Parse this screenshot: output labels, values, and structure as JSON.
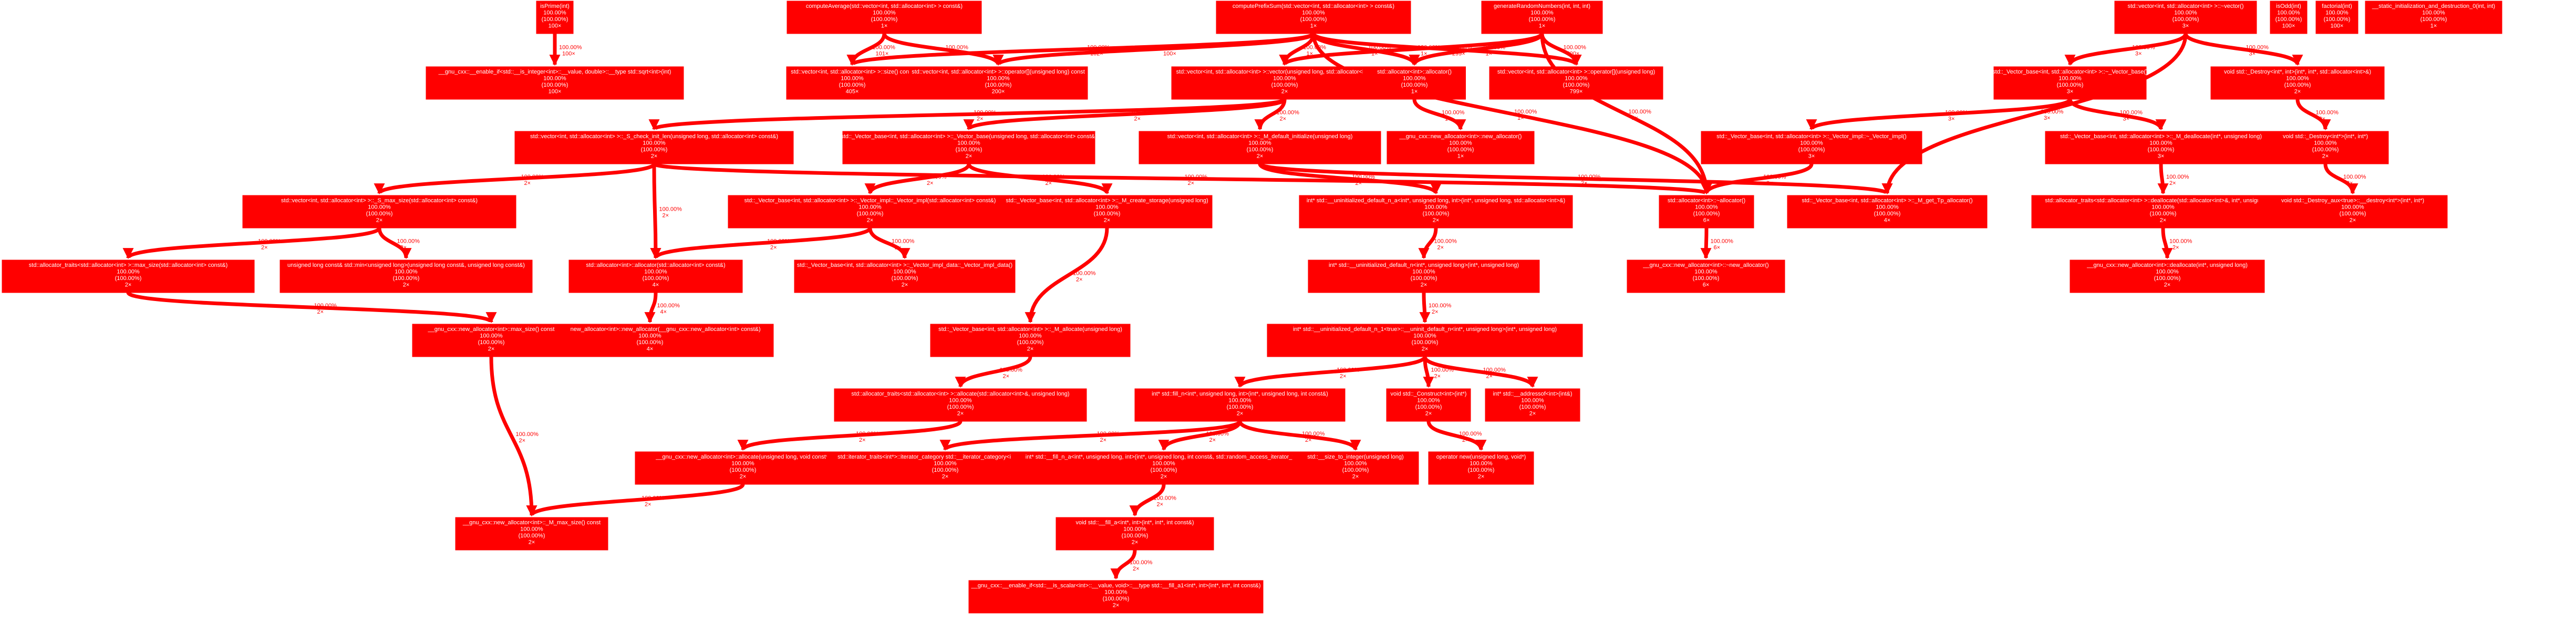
{
  "graph_style": {
    "node_fill": "#ff0000",
    "node_text": "#ffffff",
    "edge_color": "#ff0000"
  },
  "nodes": {
    "isPrime": {
      "lines": [
        "isPrime(int)",
        "100.00%",
        "(100.00%)",
        "100×"
      ]
    },
    "computeAverage": {
      "lines": [
        "computeAverage(std::vector<int, std::allocator<int> > const&)",
        "100.00%",
        "(100.00%)",
        "1×"
      ]
    },
    "computePrefixSum": {
      "lines": [
        "computePrefixSum(std::vector<int, std::allocator<int> > const&)",
        "100.00%",
        "(100.00%)",
        "1×"
      ]
    },
    "generateRandomNumbers": {
      "lines": [
        "generateRandomNumbers(int, int, int)",
        "100.00%",
        "(100.00%)",
        "1×"
      ]
    },
    "vector_dtor": {
      "lines": [
        "std::vector<int, std::allocator<int> >::~vector()",
        "100.00%",
        "(100.00%)",
        "3×"
      ]
    },
    "isOdd": {
      "lines": [
        "isOdd(int)",
        "100.00%",
        "(100.00%)",
        "100×"
      ]
    },
    "factorial": {
      "lines": [
        "factorial(int)",
        "100.00%",
        "(100.00%)",
        "100×"
      ]
    },
    "static_init": {
      "lines": [
        "__static_initialization_and_destruction_0(int, int)",
        "100.00%",
        "(100.00%)",
        "1×"
      ]
    },
    "enable_if_sqrt": {
      "lines": [
        "__gnu_cxx::__enable_if<std::__is_integer<int>::__value, double>::__type std::sqrt<int>(int)",
        "100.00%",
        "(100.00%)",
        "100×"
      ]
    },
    "vector_size": {
      "lines": [
        "std::vector<int, std::allocator<int> >::size() const",
        "100.00%",
        "(100.00%)",
        "405×"
      ]
    },
    "vector_index_const": {
      "lines": [
        "std::vector<int, std::allocator<int> >::operator[](unsigned long) const",
        "100.00%",
        "(100.00%)",
        "200×"
      ]
    },
    "vector_ctor": {
      "lines": [
        "std::vector<int, std::allocator<int> >::vector(unsigned long, std::allocator<int> const&)",
        "100.00%",
        "(100.00%)",
        "2×"
      ]
    },
    "allocator_ctor": {
      "lines": [
        "std::allocator<int>::allocator()",
        "100.00%",
        "(100.00%)",
        "1×"
      ]
    },
    "vector_index": {
      "lines": [
        "std::vector<int, std::allocator<int> >::operator[](unsigned long)",
        "100.00%",
        "(100.00%)",
        "799×"
      ]
    },
    "vector_base_dtor": {
      "lines": [
        "std::_Vector_base<int, std::allocator<int> >::~_Vector_base()",
        "100.00%",
        "(100.00%)",
        "3×"
      ]
    },
    "destroy": {
      "lines": [
        "void std::_Destroy<int*, int>(int*, int*, std::allocator<int>&)",
        "100.00%",
        "(100.00%)",
        "2×"
      ]
    },
    "check_init_len": {
      "lines": [
        "std::vector<int, std::allocator<int> >::_S_check_init_len(unsigned long, std::allocator<int> const&)",
        "100.00%",
        "(100.00%)",
        "2×"
      ]
    },
    "vector_base_ctor": {
      "lines": [
        "std::_Vector_base<int, std::allocator<int> >::_Vector_base(unsigned long, std::allocator<int> const&)",
        "100.00%",
        "(100.00%)",
        "2×"
      ]
    },
    "default_initialize": {
      "lines": [
        "std::vector<int, std::allocator<int> >::_M_default_initialize(unsigned long)",
        "100.00%",
        "(100.00%)",
        "2×"
      ]
    },
    "new_allocator_ctor": {
      "lines": [
        "__gnu_cxx::new_allocator<int>::new_allocator()",
        "100.00%",
        "(100.00%)",
        "1×"
      ]
    },
    "vector_impl_dtor": {
      "lines": [
        "std::_Vector_base<int, std::allocator<int> >::_Vector_impl::~_Vector_impl()",
        "100.00%",
        "(100.00%)",
        "3×"
      ]
    },
    "deallocate": {
      "lines": [
        "std::_Vector_base<int, std::allocator<int> >::_M_deallocate(int*, unsigned long)",
        "100.00%",
        "(100.00%)",
        "3×"
      ]
    },
    "destroy_aux": {
      "lines": [
        "void std::_Destroy<int*>(int*, int*)",
        "100.00%",
        "(100.00%)",
        "2×"
      ]
    },
    "s_max_size": {
      "lines": [
        "std::vector<int, std::allocator<int> >::_S_max_size(std::allocator<int> const&)",
        "100.00%",
        "(100.00%)",
        "2×"
      ]
    },
    "vector_impl_ctor": {
      "lines": [
        "std::_Vector_base<int, std::allocator<int> >::_Vector_impl::_Vector_impl(std::allocator<int> const&)",
        "100.00%",
        "(100.00%)",
        "2×"
      ]
    },
    "create_storage": {
      "lines": [
        "std::_Vector_base<int, std::allocator<int> >::_M_create_storage(unsigned long)",
        "100.00%",
        "(100.00%)",
        "2×"
      ]
    },
    "uninit_default_n_a": {
      "lines": [
        "int* std::__uninitialized_default_n_a<int*, unsigned long, int>(int*, unsigned long, std::allocator<int>&)",
        "100.00%",
        "(100.00%)",
        "2×"
      ]
    },
    "allocator_dtor": {
      "lines": [
        "std::allocator<int>::~allocator()",
        "100.00%",
        "(100.00%)",
        "6×"
      ]
    },
    "get_tp_allocator": {
      "lines": [
        "std::_Vector_base<int, std::allocator<int> >::_M_get_Tp_allocator()",
        "100.00%",
        "(100.00%)",
        "4×"
      ]
    },
    "alloc_traits_deallocate": {
      "lines": [
        "std::allocator_traits<std::allocator<int> >::deallocate(std::allocator<int>&, int*, unsigned long)",
        "100.00%",
        "(100.00%)",
        "2×"
      ]
    },
    "destroy_aux_impl": {
      "lines": [
        "void std::_Destroy_aux<true>::__destroy<int*>(int*, int*)",
        "100.00%",
        "(100.00%)",
        "2×"
      ]
    },
    "alloc_traits_max_size": {
      "lines": [
        "std::allocator_traits<std::allocator<int> >::max_size(std::allocator<int> const&)",
        "100.00%",
        "(100.00%)",
        "2×"
      ]
    },
    "std_min": {
      "lines": [
        "unsigned long const& std::min<unsigned long>(unsigned long const&, unsigned long const&)",
        "100.00%",
        "(100.00%)",
        "2×"
      ]
    },
    "allocator_copy_ctor": {
      "lines": [
        "std::allocator<int>::allocator(std::allocator<int> const&)",
        "100.00%",
        "(100.00%)",
        "4×"
      ]
    },
    "vector_impl_data_ctor": {
      "lines": [
        "std::_Vector_base<int, std::allocator<int> >::_Vector_impl_data::_Vector_impl_data()",
        "100.00%",
        "(100.00%)",
        "2×"
      ]
    },
    "uninit_default_n": {
      "lines": [
        "int* std::__uninitialized_default_n<int*, unsigned long>(int*, unsigned long)",
        "100.00%",
        "(100.00%)",
        "2×"
      ]
    },
    "new_allocator_dtor": {
      "lines": [
        "__gnu_cxx::new_allocator<int>::~new_allocator()",
        "100.00%",
        "(100.00%)",
        "6×"
      ]
    },
    "new_allocator_deallocate": {
      "lines": [
        "__gnu_cxx::new_allocator<int>::deallocate(int*, unsigned long)",
        "100.00%",
        "(100.00%)",
        "2×"
      ]
    },
    "m_allocate": {
      "lines": [
        "std::_Vector_base<int, std::allocator<int> >::_M_allocate(unsigned long)",
        "100.00%",
        "(100.00%)",
        "2×"
      ]
    },
    "new_allocator_copy_ctor": {
      "lines": [
        "__gnu_cxx::new_allocator<int>::new_allocator(__gnu_cxx::new_allocator<int> const&)",
        "100.00%",
        "(100.00%)",
        "4×"
      ]
    },
    "uninit_default_n_1": {
      "lines": [
        "int* std::__uninitialized_default_n_1<true>::__uninit_default_n<int*, unsigned long>(int*, unsigned long)",
        "100.00%",
        "(100.00%)",
        "2×"
      ]
    },
    "new_allocator_max_size": {
      "lines": [
        "__gnu_cxx::new_allocator<int>::max_size() const",
        "100.00%",
        "(100.00%)",
        "2×"
      ]
    },
    "alloc_traits_allocate": {
      "lines": [
        "std::allocator_traits<std::allocator<int> >::allocate(std::allocator<int>&, unsigned long)",
        "100.00%",
        "(100.00%)",
        "2×"
      ]
    },
    "fill_n": {
      "lines": [
        "int* std::fill_n<int*, unsigned long, int>(int*, unsigned long, int const&)",
        "100.00%",
        "(100.00%)",
        "2×"
      ]
    },
    "construct": {
      "lines": [
        "void std::_Construct<int>(int*)",
        "100.00%",
        "(100.00%)",
        "2×"
      ]
    },
    "addressof": {
      "lines": [
        "int* std::__addressof<int>(int&)",
        "100.00%",
        "(100.00%)",
        "2×"
      ]
    },
    "new_allocator_allocate": {
      "lines": [
        "__gnu_cxx::new_allocator<int>::allocate(unsigned long, void const*)",
        "100.00%",
        "(100.00%)",
        "2×"
      ]
    },
    "operator_new": {
      "lines": [
        "operator new(unsigned long, void*)",
        "100.00%",
        "(100.00%)",
        "2×"
      ]
    },
    "iterator_category": {
      "lines": [
        "std::iterator_traits<int*>::iterator_category std::__iterator_category<int*>(int* const&)",
        "100.00%",
        "(100.00%)",
        "2×"
      ]
    },
    "fill_n_a": {
      "lines": [
        "int* std::__fill_n_a<int*, unsigned long, int>(int*, unsigned long, int const&, std::random_access_iterator_tag)",
        "100.00%",
        "(100.00%)",
        "2×"
      ]
    },
    "size_to_integer": {
      "lines": [
        "std::__size_to_integer(unsigned long)",
        "100.00%",
        "(100.00%)",
        "2×"
      ]
    },
    "new_allocator_m_max_size": {
      "lines": [
        "__gnu_cxx::new_allocator<int>::_M_max_size() const",
        "100.00%",
        "(100.00%)",
        "2×"
      ]
    },
    "fill_a": {
      "lines": [
        "void std::__fill_a<int*, int>(int*, int*, int const&)",
        "100.00%",
        "(100.00%)",
        "2×"
      ]
    },
    "fill_a1": {
      "lines": [
        "__gnu_cxx::__enable_if<std::__is_scalar<int>::__value, void>::__type std::__fill_a1<int*, int>(int*, int*, int const&)",
        "100.00%",
        "(100.00%)",
        "2×"
      ]
    }
  },
  "edges": [
    {
      "from": "isPrime",
      "to": "enable_if_sqrt",
      "pct": "100.00%",
      "calls": "100×"
    },
    {
      "from": "computeAverage",
      "to": "vector_size",
      "pct": "100.00%",
      "calls": "101×"
    },
    {
      "from": "computeAverage",
      "to": "vector_index_const",
      "pct": "100.00%",
      "calls": "100×"
    },
    {
      "from": "computePrefixSum",
      "to": "vector_size",
      "pct": "100.00%",
      "calls": "102×"
    },
    {
      "from": "computePrefixSum",
      "to": "vector_index_const",
      "pct": "100.00%",
      "calls": "100×"
    },
    {
      "from": "computePrefixSum",
      "to": "vector_ctor",
      "pct": "100.00%",
      "calls": "1×"
    },
    {
      "from": "computePrefixSum",
      "to": "allocator_ctor",
      "pct": "100.00%",
      "calls": "1×"
    },
    {
      "from": "computePrefixSum",
      "to": "vector_index",
      "pct": "100.00%",
      "calls": "299×"
    },
    {
      "from": "computePrefixSum",
      "to": "allocator_dtor",
      "pct": "100.00%",
      "calls": "1×"
    },
    {
      "from": "generateRandomNumbers",
      "to": "vector_ctor",
      "pct": "100.00%",
      "calls": "1×"
    },
    {
      "from": "generateRandomNumbers",
      "to": "allocator_ctor",
      "pct": "100.00%",
      "calls": "1×"
    },
    {
      "from": "generateRandomNumbers",
      "to": "vector_index",
      "pct": "100.00%",
      "calls": "500×"
    },
    {
      "from": "generateRandomNumbers",
      "to": "allocator_dtor",
      "pct": "100.00%",
      "calls": "1×"
    },
    {
      "from": "vector_dtor",
      "to": "vector_base_dtor",
      "pct": "100.00%",
      "calls": "3×"
    },
    {
      "from": "vector_dtor",
      "to": "destroy",
      "pct": "100.00%",
      "calls": "3×"
    },
    {
      "from": "vector_dtor",
      "to": "get_tp_allocator",
      "pct": "100.00%",
      "calls": "3×"
    },
    {
      "from": "allocator_ctor",
      "to": "new_allocator_ctor",
      "pct": "100.00%",
      "calls": "1×"
    },
    {
      "from": "vector_ctor",
      "to": "check_init_len",
      "pct": "100.00%",
      "calls": "2×"
    },
    {
      "from": "vector_ctor",
      "to": "vector_base_ctor",
      "pct": "100.00%",
      "calls": "2×"
    },
    {
      "from": "vector_ctor",
      "to": "default_initialize",
      "pct": "100.00%",
      "calls": "2×"
    },
    {
      "from": "vector_base_dtor",
      "to": "vector_impl_dtor",
      "pct": "100.00%",
      "calls": "3×"
    },
    {
      "from": "vector_base_dtor",
      "to": "deallocate",
      "pct": "100.00%",
      "calls": "3×"
    },
    {
      "from": "destroy",
      "to": "destroy_aux",
      "pct": "100.00%",
      "calls": "2×"
    },
    {
      "from": "check_init_len",
      "to": "s_max_size",
      "pct": "100.00%",
      "calls": "2×"
    },
    {
      "from": "check_init_len",
      "to": "allocator_copy_ctor",
      "pct": "100.00%",
      "calls": "2×"
    },
    {
      "from": "check_init_len",
      "to": "allocator_dtor",
      "pct": "100.00%",
      "calls": "2×"
    },
    {
      "from": "vector_base_ctor",
      "to": "vector_impl_ctor",
      "pct": "100.00%",
      "calls": "2×"
    },
    {
      "from": "vector_base_ctor",
      "to": "create_storage",
      "pct": "100.00%",
      "calls": "2×"
    },
    {
      "from": "default_initialize",
      "to": "uninit_default_n_a",
      "pct": "100.00%",
      "calls": "2×"
    },
    {
      "from": "default_initialize",
      "to": "get_tp_allocator",
      "pct": "100.00%",
      "calls": "2×"
    },
    {
      "from": "vector_impl_dtor",
      "to": "allocator_dtor",
      "pct": "100.00%",
      "calls": "3×"
    },
    {
      "from": "deallocate",
      "to": "alloc_traits_deallocate",
      "pct": "100.00%",
      "calls": "2×"
    },
    {
      "from": "destroy_aux",
      "to": "destroy_aux_impl",
      "pct": "100.00%",
      "calls": "2×"
    },
    {
      "from": "s_max_size",
      "to": "alloc_traits_max_size",
      "pct": "100.00%",
      "calls": "2×"
    },
    {
      "from": "s_max_size",
      "to": "std_min",
      "pct": "100.00%",
      "calls": "2×"
    },
    {
      "from": "vector_impl_ctor",
      "to": "allocator_copy_ctor",
      "pct": "100.00%",
      "calls": "2×"
    },
    {
      "from": "vector_impl_ctor",
      "to": "vector_impl_data_ctor",
      "pct": "100.00%",
      "calls": "2×"
    },
    {
      "from": "create_storage",
      "to": "m_allocate",
      "pct": "100.00%",
      "calls": "2×"
    },
    {
      "from": "uninit_default_n_a",
      "to": "uninit_default_n",
      "pct": "100.00%",
      "calls": "2×"
    },
    {
      "from": "allocator_dtor",
      "to": "new_allocator_dtor",
      "pct": "100.00%",
      "calls": "6×"
    },
    {
      "from": "alloc_traits_deallocate",
      "to": "new_allocator_deallocate",
      "pct": "100.00%",
      "calls": "2×"
    },
    {
      "from": "alloc_traits_max_size",
      "to": "new_allocator_max_size",
      "pct": "100.00%",
      "calls": "2×"
    },
    {
      "from": "allocator_copy_ctor",
      "to": "new_allocator_copy_ctor",
      "pct": "100.00%",
      "calls": "4×"
    },
    {
      "from": "m_allocate",
      "to": "alloc_traits_allocate",
      "pct": "100.00%",
      "calls": "2×"
    },
    {
      "from": "uninit_default_n",
      "to": "uninit_default_n_1",
      "pct": "100.00%",
      "calls": "2×"
    },
    {
      "from": "new_allocator_max_size",
      "to": "new_allocator_m_max_size",
      "pct": "100.00%",
      "calls": "2×"
    },
    {
      "from": "alloc_traits_allocate",
      "to": "new_allocator_allocate",
      "pct": "100.00%",
      "calls": "2×"
    },
    {
      "from": "uninit_default_n_1",
      "to": "fill_n",
      "pct": "100.00%",
      "calls": "2×"
    },
    {
      "from": "uninit_default_n_1",
      "to": "construct",
      "pct": "100.00%",
      "calls": "2×"
    },
    {
      "from": "uninit_default_n_1",
      "to": "addressof",
      "pct": "100.00%",
      "calls": "2×"
    },
    {
      "from": "new_allocator_allocate",
      "to": "new_allocator_m_max_size",
      "pct": "100.00%",
      "calls": "2×"
    },
    {
      "from": "construct",
      "to": "operator_new",
      "pct": "100.00%",
      "calls": "2×"
    },
    {
      "from": "fill_n",
      "to": "iterator_category",
      "pct": "100.00%",
      "calls": "2×"
    },
    {
      "from": "fill_n",
      "to": "fill_n_a",
      "pct": "100.00%",
      "calls": "2×"
    },
    {
      "from": "fill_n",
      "to": "size_to_integer",
      "pct": "100.00%",
      "calls": "2×"
    },
    {
      "from": "fill_n_a",
      "to": "fill_a",
      "pct": "100.00%",
      "calls": "2×"
    },
    {
      "from": "fill_a",
      "to": "fill_a1",
      "pct": "100.00%",
      "calls": "2×"
    }
  ]
}
